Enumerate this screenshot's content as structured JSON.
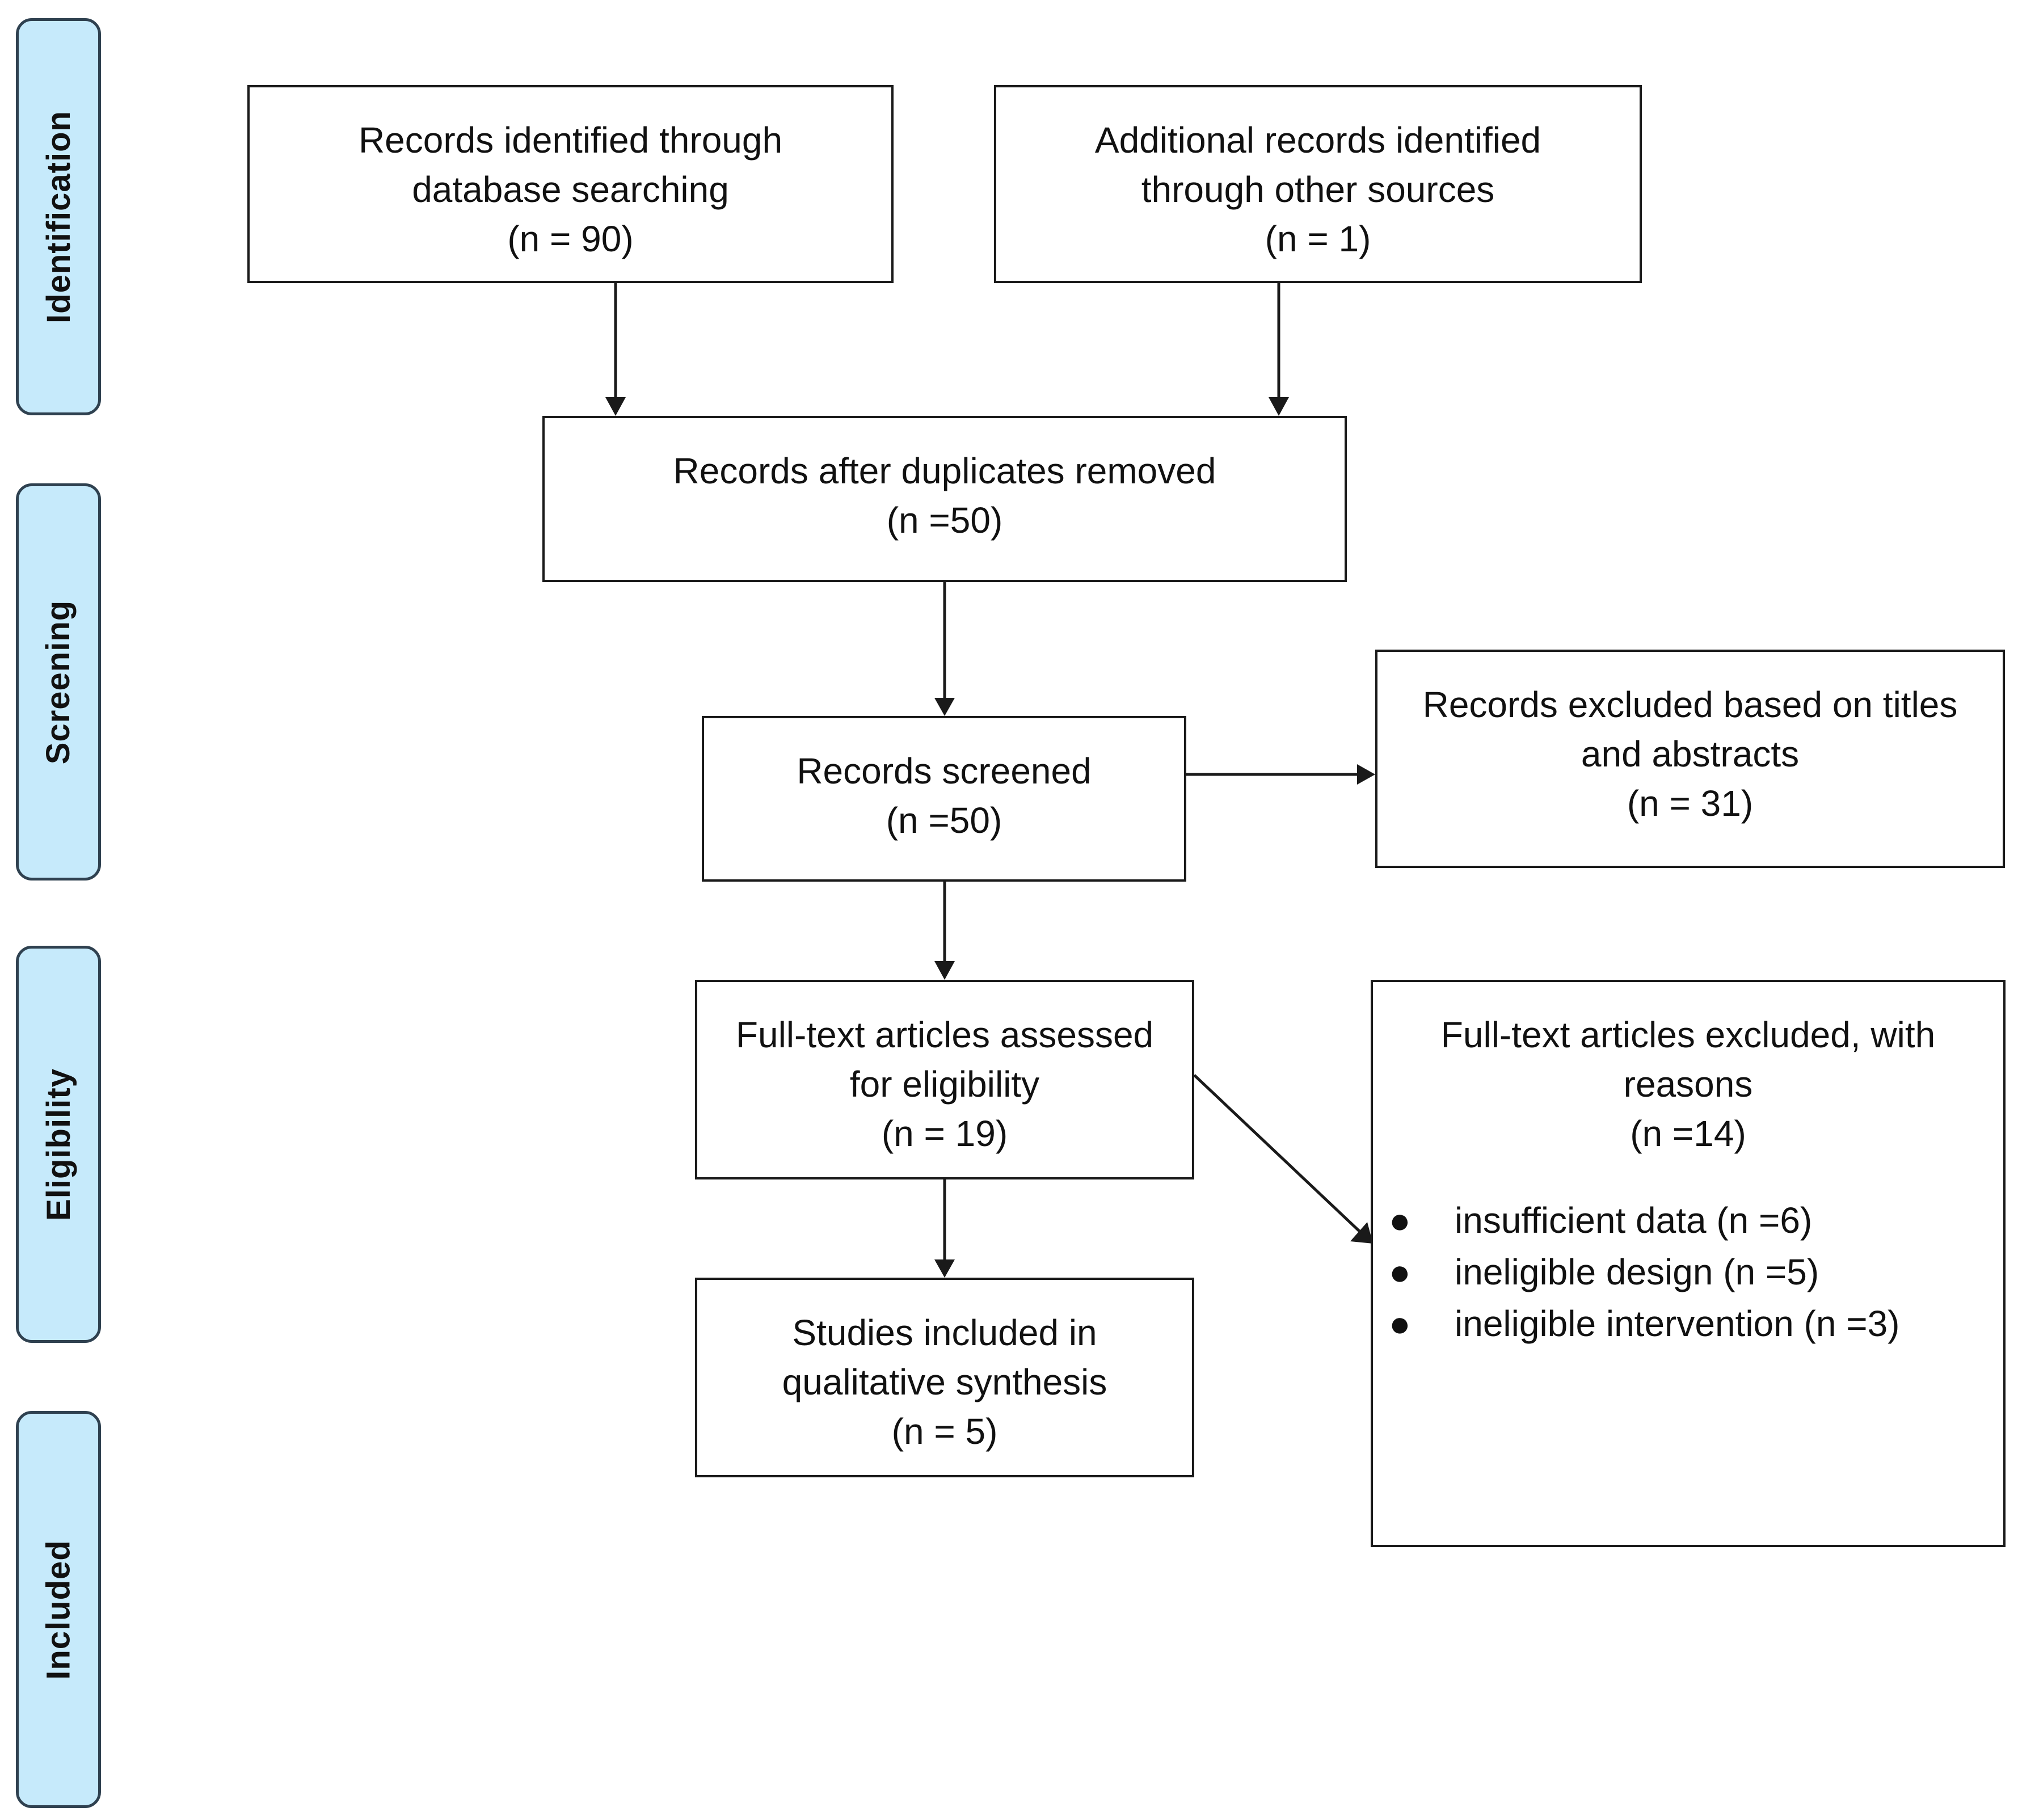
{
  "stages": {
    "identification": "Identification",
    "screening": "Screening",
    "eligibility": "Eligibility",
    "included": "Included"
  },
  "boxes": {
    "database_records": {
      "line1": "Records identified through",
      "line2": "database searching",
      "count": "(n = 90)"
    },
    "other_records": {
      "line1": "Additional records identified",
      "line2": "through other sources",
      "count": "(n = 1)"
    },
    "after_duplicates": {
      "line1": "Records after duplicates removed",
      "count": "(n =50)"
    },
    "screened": {
      "line1": "Records screened",
      "count": "(n =50)"
    },
    "excluded_titles": {
      "line1": "Records excluded based on titles",
      "line2": "and abstracts",
      "count": "(n = 31)"
    },
    "fulltext_assessed": {
      "line1": "Full-text articles assessed",
      "line2": "for eligibility",
      "count": "(n = 19)"
    },
    "fulltext_excluded": {
      "line1": "Full-text articles excluded, with",
      "line2": "reasons",
      "count": "(n =14)",
      "reasons": [
        "insufficient data (n =6)",
        "ineligible design (n =5)",
        "ineligible intervention (n =3)"
      ]
    },
    "included_studies": {
      "line1": "Studies included in",
      "line2": "qualitative synthesis",
      "count": "(n = 5)"
    }
  },
  "colors": {
    "stage_fill": "#c6eafb",
    "stage_border": "#2f4150",
    "line": "#1a1a1a"
  }
}
